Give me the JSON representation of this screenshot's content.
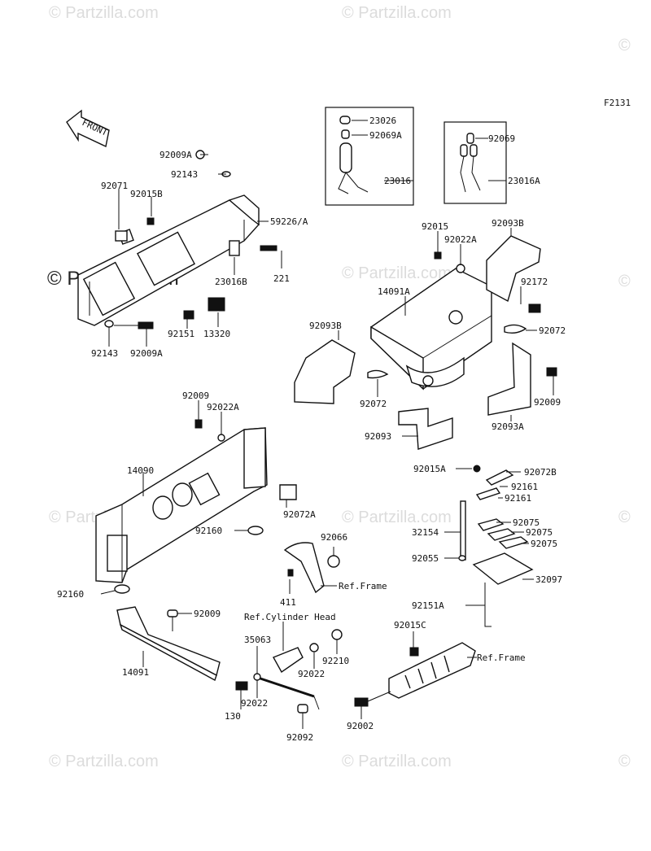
{
  "watermarks": {
    "brand": "© Partzilla.com",
    "logo_text": "© Partzilla.com"
  },
  "figure_code": "F2131",
  "front_arrow_label": "FRONT",
  "labels": {
    "p23026": "23026",
    "p92069A": "92069A",
    "p23016": "23016",
    "p92069": "92069",
    "p23016A": "23016A",
    "p92009A_top": "92009A",
    "p92143_top": "92143",
    "p92015B": "92015B",
    "p92071": "92071",
    "p59226A": "59226/A",
    "p221": "221",
    "p23016B": "23016B",
    "p13320": "13320",
    "p92151": "92151",
    "p92143_bot": "92143",
    "p92009A_bot": "92009A",
    "p92015": "92015",
    "p92022A_top": "92022A",
    "p92093B_right": "92093B",
    "p92172": "92172",
    "p14091A": "14091A",
    "p92072_right": "92072",
    "p92093B_left": "92093B",
    "p92072_left": "92072",
    "p92009_right": "92009",
    "p92093A": "92093A",
    "p92093": "92093",
    "p92009_mid": "92009",
    "p92022A_mid": "92022A",
    "p14090": "14090",
    "p92072A": "92072A",
    "p92160_mid": "92160",
    "p92160_bot": "92160",
    "p92015A": "92015A",
    "p92072B": "92072B",
    "p92161_a": "92161",
    "p92161_b": "92161",
    "p92075_a": "92075",
    "p32154": "32154",
    "p92075_b": "92075",
    "p92075_c": "92075",
    "p92055": "92055",
    "p32097": "32097",
    "p92151A": "92151A",
    "p92066": "92066",
    "p411": "411",
    "ref_frame_1": "Ref.Frame",
    "p92009_low": "92009",
    "p14091": "14091",
    "ref_cyl_head": "Ref.Cylinder Head",
    "p35063": "35063",
    "p92210": "92210",
    "p92022_a": "92022",
    "p92022_b": "92022",
    "p130": "130",
    "p92092": "92092",
    "p92015C": "92015C",
    "ref_frame_2": "Ref.Frame",
    "p92002": "92002"
  }
}
